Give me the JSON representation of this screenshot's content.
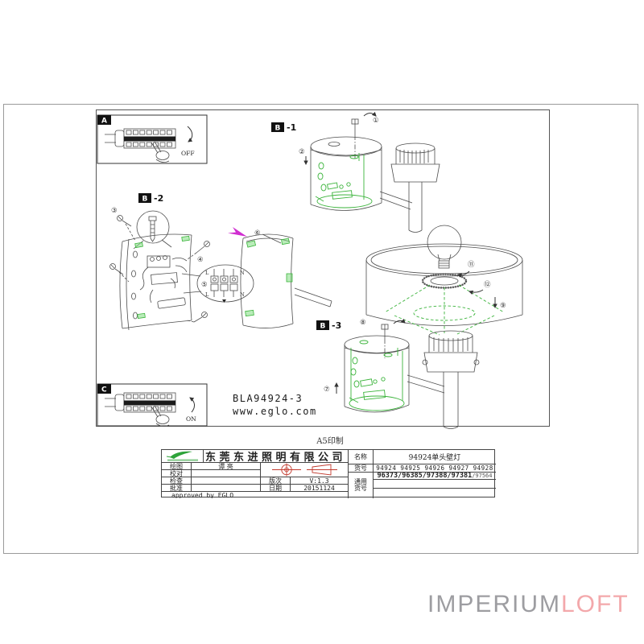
{
  "frame": {
    "print_note": "A5印制"
  },
  "doc": {
    "code": "BLA94924-3",
    "website": "www.eglo.com"
  },
  "panel_a": {
    "label": "A",
    "state": "OFF"
  },
  "panel_c": {
    "label": "C",
    "state": "ON"
  },
  "steps": {
    "b1": {
      "tag": "B",
      "num": "-1",
      "c1": "①",
      "c2": "②"
    },
    "b2": {
      "tag": "B",
      "num": "-2",
      "c3": "③",
      "c4": "④",
      "c5": "⑤",
      "c6": "⑥",
      "t_l1": "L",
      "t_n1": "N",
      "t_l2": "L",
      "t_n2": "N"
    },
    "b3": {
      "tag": "B",
      "num": "-3",
      "c7": "⑦",
      "c8": "⑧"
    },
    "shade": {
      "c9": "⑨",
      "c11": "⑪",
      "c12": "⑫"
    }
  },
  "title_block": {
    "company": "东莞东进照明有限公司",
    "row_draw": "绘图",
    "row_draw_value": "谭 亮",
    "row_check": "校对",
    "row_inspect": "检查",
    "row_approve": "批准",
    "approved_note": "approved by EGLO",
    "version_label": "版次",
    "version_value": "V:1.3",
    "date_label": "日期",
    "date_value": "20151124",
    "name_label": "名称",
    "name_value": "94924单头壁灯",
    "sku_label": "货号",
    "sku_values": "94924 94925 94926 94927 94928",
    "common_label_1": "通用",
    "common_label_2": "货号",
    "common_bold": "96373/96385/97388/97381",
    "common_tail": "/97564"
  },
  "watermark": {
    "gray": "IMPERIUM",
    "pink": "LOFT"
  },
  "colors": {
    "highlight_green": "#3cb43c",
    "highlight_magenta": "#d02ed0",
    "projection_symbol_red": "#c23a2e",
    "watermark_gray": "#9d9da1",
    "watermark_pink": "#f3a8ab"
  }
}
